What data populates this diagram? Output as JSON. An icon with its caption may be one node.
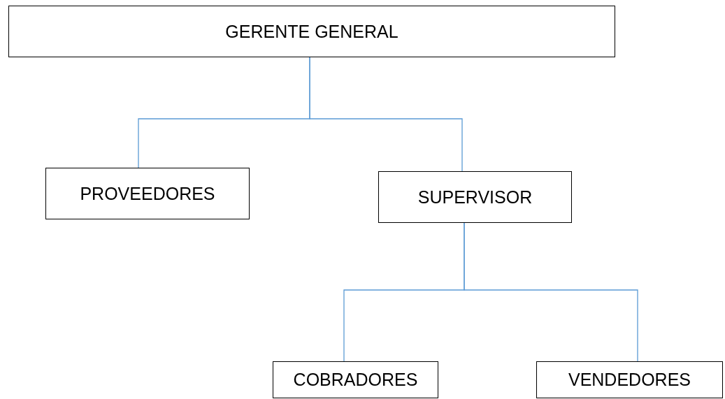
{
  "diagram": {
    "nodes": [
      {
        "text": [
          "GERENTE GENERAL"
        ]
      },
      {
        "text": [
          "PROVEEDORES"
        ]
      },
      {
        "text": [
          "SUPERVISOR"
        ]
      },
      {
        "text": [
          "COBRADORES"
        ]
      },
      {
        "text": [
          "VENDEDORES"
        ]
      }
    ],
    "edges": [
      {
        "from": 0,
        "to": 1,
        "arrow": "none"
      },
      {
        "from": 0,
        "to": 2,
        "arrow": "none"
      },
      {
        "from": 2,
        "to": 3,
        "arrow": "none"
      },
      {
        "from": 2,
        "to": 4,
        "arrow": "none"
      }
    ]
  }
}
